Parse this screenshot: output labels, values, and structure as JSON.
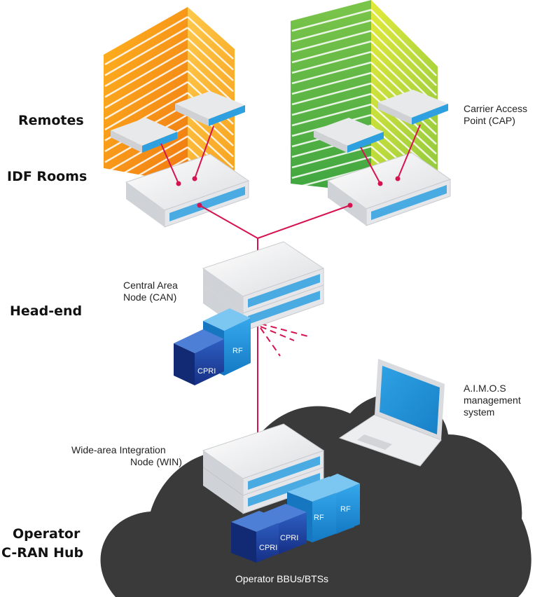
{
  "tiers": {
    "remotes": "Remotes",
    "idf_rooms": "IDF Rooms",
    "head_end": "Head-end",
    "hub_line1": "Operator",
    "hub_line2": "C-RAN Hub"
  },
  "labels": {
    "cap_line1": "Carrier Access",
    "cap_line2": "Point (CAP)",
    "can_line1": "Central Area",
    "can_line2": "Node (CAN)",
    "win_line1": "Wide-area Integration",
    "win_line2": "Node (WIN)",
    "aimos_line1": "A.I.M.O.S",
    "aimos_line2": "management",
    "aimos_line3": "system",
    "bbu": "Operator BBUs/BTSs"
  },
  "modules": {
    "rf": "RF",
    "cpri": "CPRI"
  },
  "colors": {
    "link": "#d6124f",
    "orange_building": "#f7941d",
    "green_building": "#6cc04a",
    "cloud": "#3a3a3a",
    "rf_blue": "#1a8fd8",
    "cpri_blue": "#1b3f9a"
  },
  "icons": {
    "left_building": "orange-building-icon",
    "right_building": "green-building-icon",
    "access_point": "access-point-icon",
    "switch": "network-switch-icon",
    "laptop": "laptop-icon",
    "cloud": "cloud-icon"
  }
}
